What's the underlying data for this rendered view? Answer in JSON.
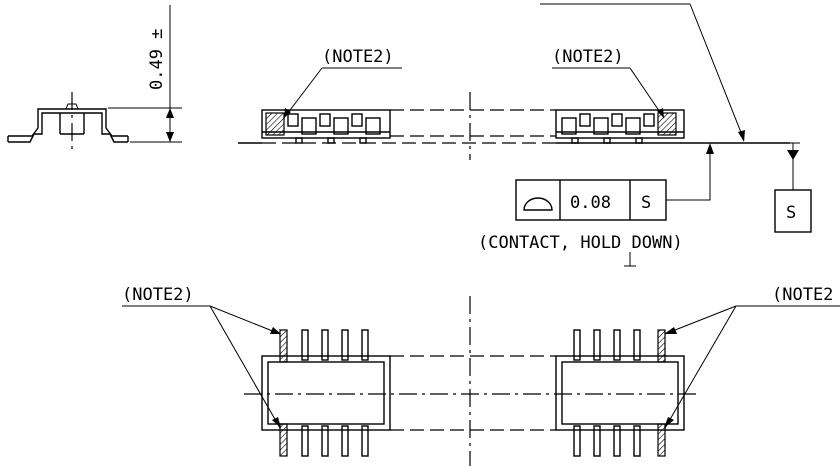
{
  "dimension": {
    "value": "0.49 ±"
  },
  "notes": {
    "top_left": "(NOTE2)",
    "top_right": "(NOTE2)",
    "bottom_left": "(NOTE2)",
    "bottom_right": "(NOTE2"
  },
  "tolerance_frame": {
    "value": "0.08",
    "datum": "S"
  },
  "frame_caption": "(CONTACT, HOLD DOWN)",
  "datum_box": {
    "label": "S"
  }
}
